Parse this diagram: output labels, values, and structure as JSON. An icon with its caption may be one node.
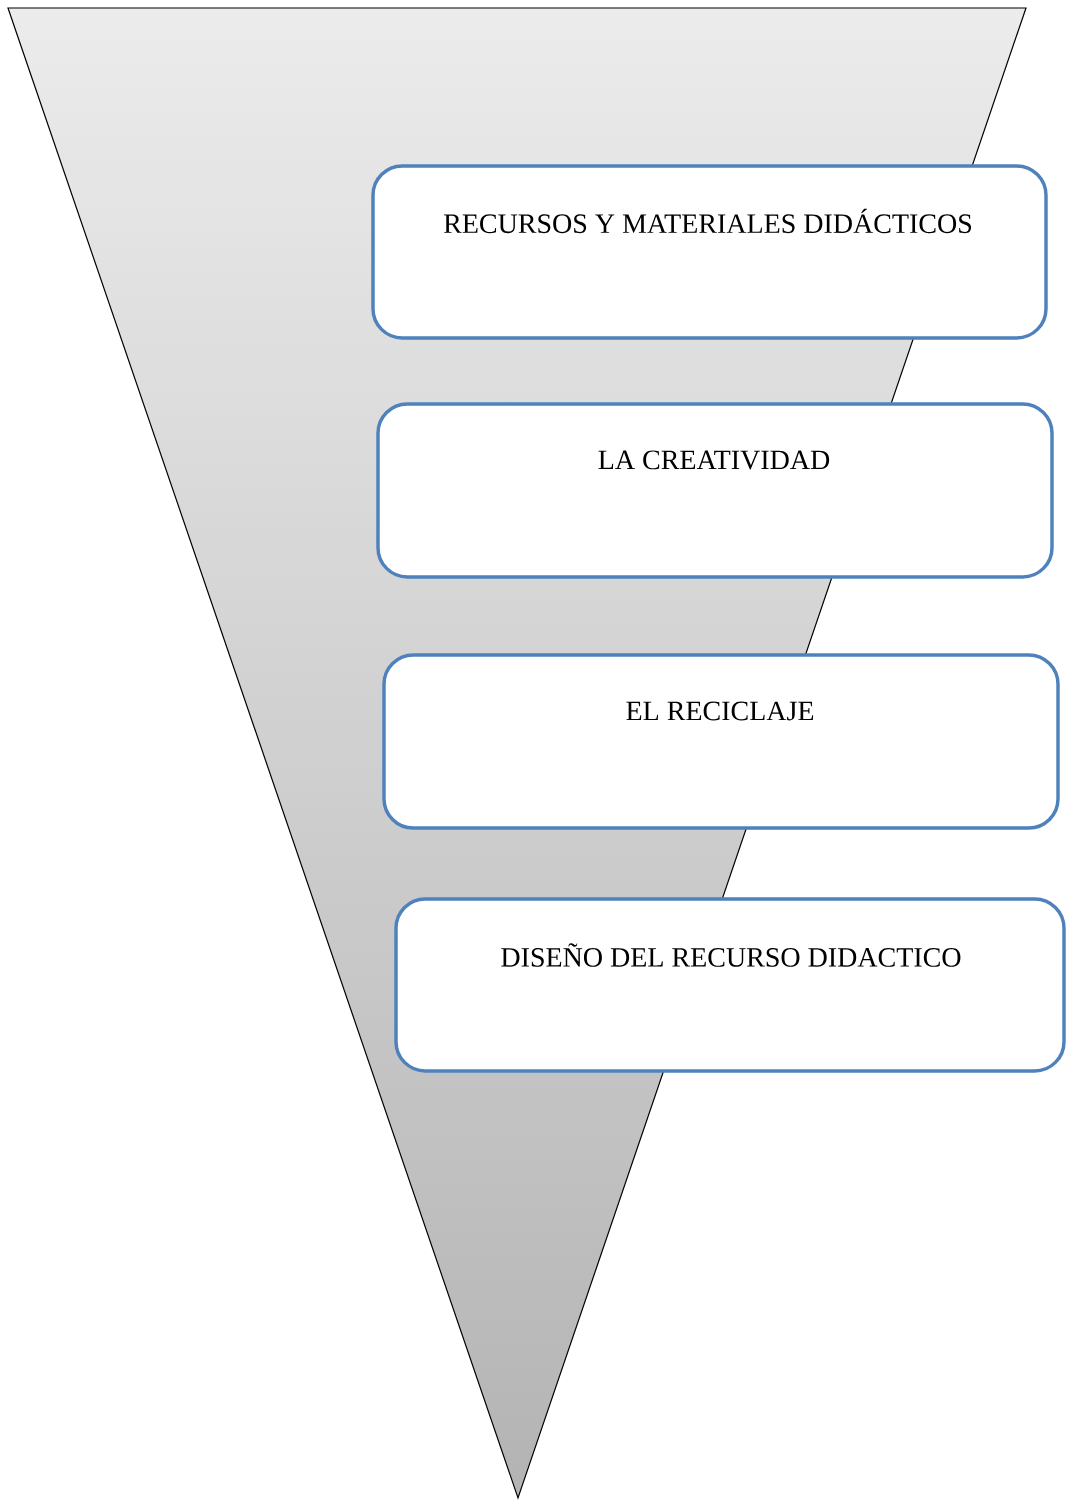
{
  "diagram": {
    "nodes": [
      {
        "text": [
          "RECURSOS Y MATERIALES DIDÁCTICOS"
        ]
      },
      {
        "text": [
          "LA CREATIVIDAD"
        ]
      },
      {
        "text": [
          "EL RECICLAJE"
        ]
      },
      {
        "text": [
          "DISEÑO DEL RECURSO DIDACTICO"
        ]
      }
    ]
  }
}
